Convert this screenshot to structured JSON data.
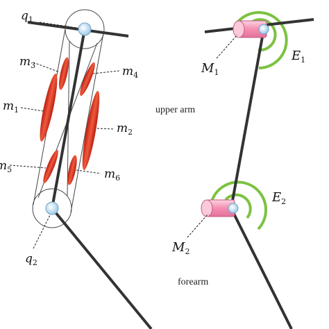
{
  "labels": {
    "q1": {
      "base": "q",
      "sub": "1"
    },
    "q2": {
      "base": "q",
      "sub": "2"
    },
    "m1": {
      "base": "m",
      "sub": "1"
    },
    "m2": {
      "base": "m",
      "sub": "2"
    },
    "m3": {
      "base": "m",
      "sub": "3"
    },
    "m4": {
      "base": "m",
      "sub": "4"
    },
    "m5": {
      "base": "m",
      "sub": "5"
    },
    "m6": {
      "base": "m",
      "sub": "6"
    },
    "M1": {
      "base": "M",
      "sub": "1"
    },
    "M2": {
      "base": "M",
      "sub": "2"
    },
    "E1": {
      "base": "E",
      "sub": "1"
    },
    "E2": {
      "base": "E",
      "sub": "2"
    }
  },
  "text": {
    "upper_arm": "upper arm",
    "forearm": "forearm"
  },
  "colors": {
    "muscle": "#e0412b",
    "spring": "#7cc242",
    "joint": "#cfe6f7",
    "motor": "#f5a9c4",
    "link": "#333333"
  }
}
